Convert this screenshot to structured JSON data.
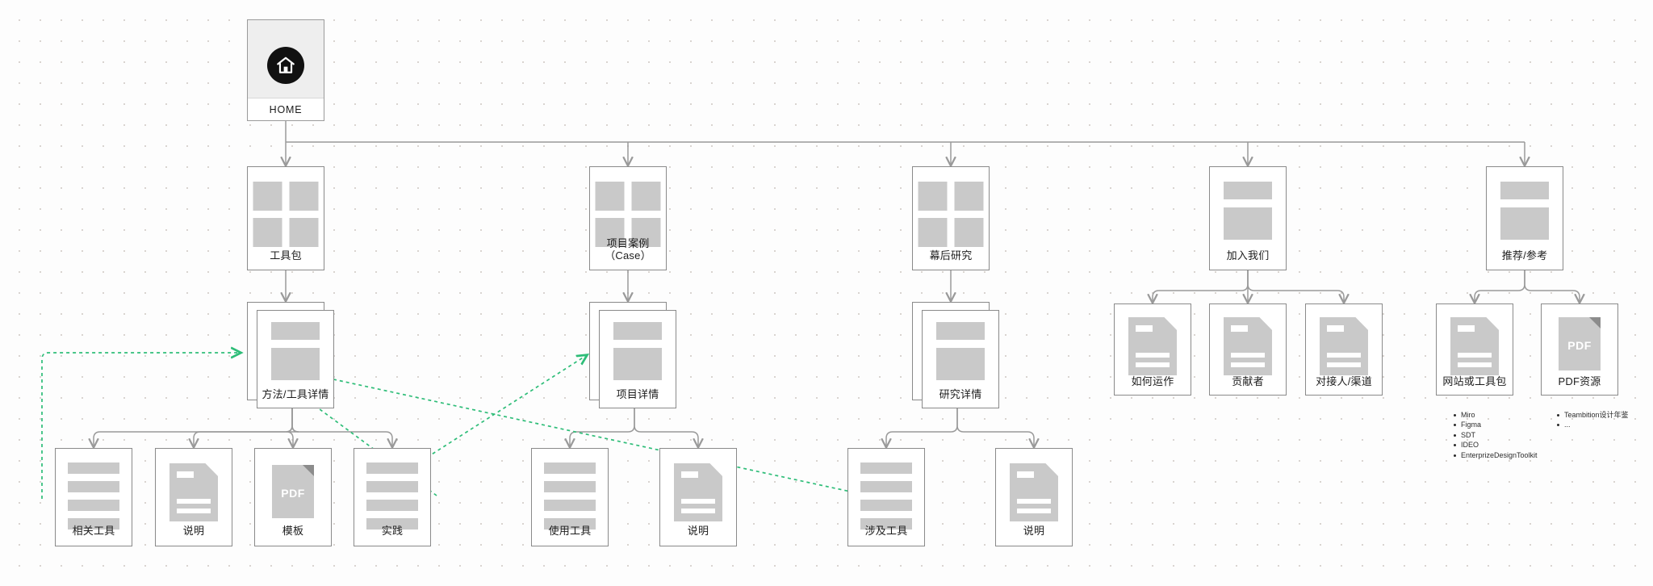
{
  "diagram": {
    "title": "Sitemap",
    "colors": {
      "edge": "#9a9a9a",
      "accent": "#2ebd78",
      "node_border": "#8a8a8a",
      "glyph": "#c9c9c9",
      "home_bg": "#eeeeee"
    }
  },
  "nodes": {
    "home": {
      "label": "HOME",
      "icon": "home-icon"
    },
    "toolkit": {
      "label": "工具包",
      "icon": "grid-2x2-icon"
    },
    "cases": {
      "label": "项目案例（Case）",
      "icon": "grid-2x2-icon"
    },
    "research": {
      "label": "幕后研究",
      "icon": "grid-2x2-icon"
    },
    "join": {
      "label": "加入我们",
      "icon": "two-bars-icon"
    },
    "recommend": {
      "label": "推荐/参考",
      "icon": "two-bars-icon"
    },
    "method_detail": {
      "label": "方法/工具详情",
      "icon": "two-bars-icon"
    },
    "project_detail": {
      "label": "项目详情",
      "icon": "two-bars-icon"
    },
    "study_detail": {
      "label": "研究详情",
      "icon": "two-bars-icon"
    },
    "related_tools": {
      "label": "相关工具",
      "icon": "list-icon"
    },
    "desc1": {
      "label": "说明",
      "icon": "document-icon"
    },
    "template": {
      "label": "模板",
      "icon": "pdf-icon"
    },
    "practice": {
      "label": "实践",
      "icon": "list-icon"
    },
    "used_tools": {
      "label": "使用工具",
      "icon": "list-icon"
    },
    "desc2": {
      "label": "说明",
      "icon": "document-icon"
    },
    "involved_tools": {
      "label": "涉及工具",
      "icon": "list-icon"
    },
    "desc3": {
      "label": "说明",
      "icon": "document-icon"
    },
    "how_it_works": {
      "label": "如何运作",
      "icon": "document-icon"
    },
    "contributors": {
      "label": "贡献者",
      "icon": "document-icon"
    },
    "contacts": {
      "label": "对接人/渠道",
      "icon": "document-icon"
    },
    "site_toolkit": {
      "label": "网站或工具包",
      "icon": "document-icon"
    },
    "pdf_resource": {
      "label": "PDF资源",
      "icon": "pdf-icon",
      "badge": "PDF"
    }
  },
  "lists": {
    "site_toolkit_items": [
      "Miro",
      "Figma",
      "SDT",
      "IDEO",
      "EnterprizeDesignToolkit"
    ],
    "pdf_resource_items": [
      "Teambition设计年鉴",
      "..."
    ]
  },
  "glyph_text": {
    "pdf": "PDF"
  }
}
